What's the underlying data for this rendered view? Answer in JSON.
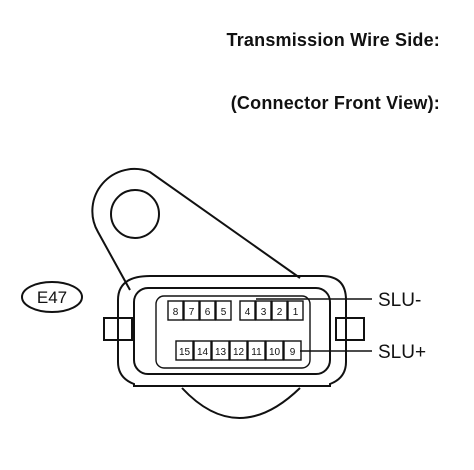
{
  "title_line1": "Transmission Wire Side:",
  "title_line2": "(Connector Front View):",
  "connector_code": "E47",
  "top_row_pins": [
    "8",
    "7",
    "6",
    "5",
    "4",
    "3",
    "2",
    "1"
  ],
  "bottom_row_pins": [
    "15",
    "14",
    "13",
    "12",
    "11",
    "10",
    "9"
  ],
  "labels": {
    "slu_minus": "SLU-",
    "slu_plus": "SLU+"
  }
}
